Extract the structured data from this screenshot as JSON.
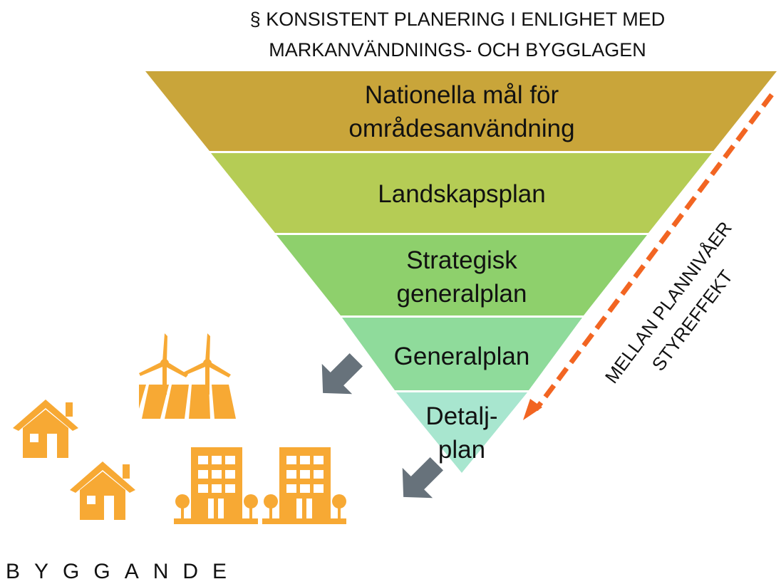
{
  "title": {
    "line1": "§ KONSISTENT PLANERING I ENLIGHET MED",
    "line2": "MARKANVÄNDNINGS- OCH BYGGLAGEN"
  },
  "levels": [
    {
      "lines": [
        "Nationella mål för",
        "områdesanvändning"
      ],
      "color": "#c9a53a"
    },
    {
      "lines": [
        "Landskapsplan"
      ],
      "color": "#b5cc55"
    },
    {
      "lines": [
        "Strategisk",
        "generalplan"
      ],
      "color": "#8ed06c"
    },
    {
      "lines": [
        "Generalplan"
      ],
      "color": "#8fdb9b"
    },
    {
      "lines": [
        "Detalj-",
        "plan"
      ],
      "color": "#a8e6cf"
    }
  ],
  "side_arrow": {
    "line1": "MELLAN PLANNIVÅER",
    "line2": "STYREFFEKT",
    "color": "#f26522"
  },
  "bottom_label": "BYGGANDE",
  "colors": {
    "icons": "#f7a934",
    "arrows": "#67727b"
  },
  "icons": [
    "house-icon",
    "house-icon",
    "wind-farm-icon",
    "apartment-building-icon",
    "apartment-building-icon"
  ]
}
